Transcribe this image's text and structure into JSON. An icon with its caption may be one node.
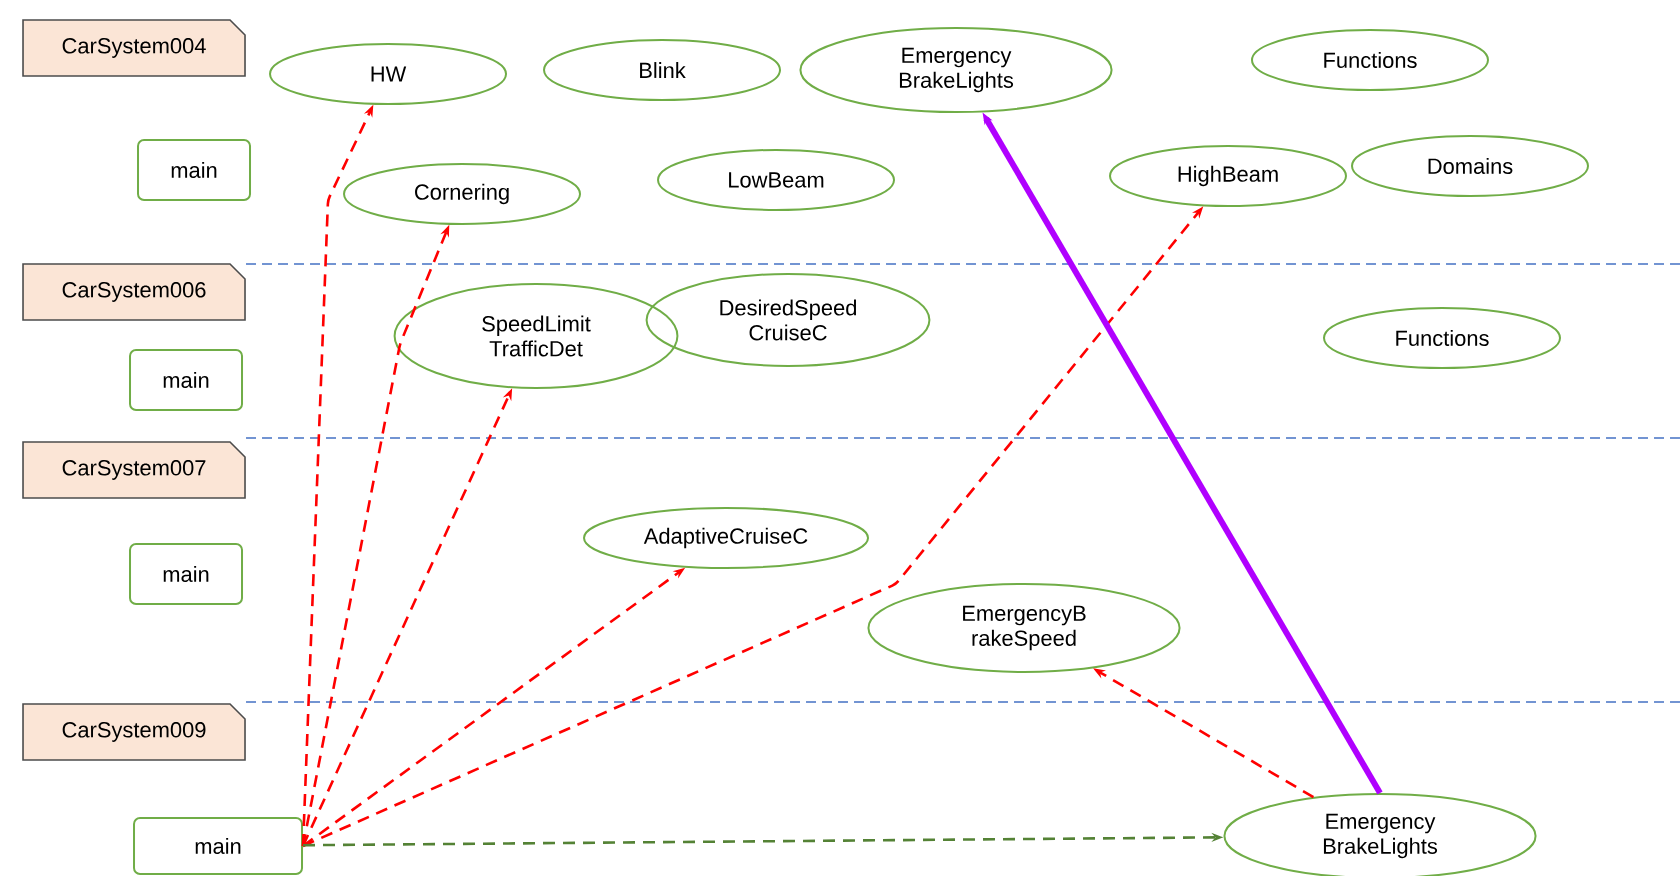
{
  "diagram": {
    "nodes": [
      {
        "text": [
          "CarSystem004"
        ]
      },
      {
        "text": [
          "HW"
        ]
      },
      {
        "text": [
          "Blink"
        ]
      },
      {
        "text": [
          "Emergency BrakeLights"
        ]
      },
      {
        "text": [
          "Functions"
        ]
      },
      {
        "text": [
          "main"
        ]
      },
      {
        "text": [
          "Cornering"
        ]
      },
      {
        "text": [
          "LowBeam"
        ]
      },
      {
        "text": [
          "HighBeam"
        ]
      },
      {
        "text": [
          "Domains"
        ]
      },
      {
        "text": [
          "CarSystem006"
        ]
      },
      {
        "text": [
          "SpeedLimit TrafficDet"
        ]
      },
      {
        "text": [
          "DesiredSpeed CruiseC"
        ]
      },
      {
        "text": [
          "Functions"
        ]
      },
      {
        "text": [
          "main"
        ]
      },
      {
        "text": [
          "CarSystem007"
        ]
      },
      {
        "text": [
          "AdaptiveCruiseC"
        ]
      },
      {
        "text": [
          "main"
        ]
      },
      {
        "text": [
          "EmergencyB rakeSpeed"
        ]
      },
      {
        "text": [
          "CarSystem009"
        ]
      },
      {
        "text": [
          "main"
        ]
      },
      {
        "text": [
          "Emergency BrakeLights"
        ]
      }
    ],
    "edges": [
      {
        "from": 20,
        "to": 1,
        "arrow": "to",
        "style": "dashed"
      },
      {
        "from": 20,
        "to": 6,
        "arrow": "to",
        "style": "dashed"
      },
      {
        "from": 20,
        "to": 11,
        "arrow": "to",
        "style": "dashed"
      },
      {
        "from": 20,
        "to": 16,
        "arrow": "to",
        "style": "dashed"
      },
      {
        "from": 20,
        "to": 8,
        "arrow": "to",
        "style": "dashed"
      },
      {
        "from": 21,
        "to": 18,
        "arrow": "to",
        "style": "dashed"
      },
      {
        "from": 20,
        "to": 21,
        "arrow": "to",
        "style": "dashed",
        "color": "#548235"
      },
      {
        "from": 21,
        "to": 3,
        "arrow": "to",
        "style": "thick",
        "color": "#b000ff"
      }
    ]
  }
}
